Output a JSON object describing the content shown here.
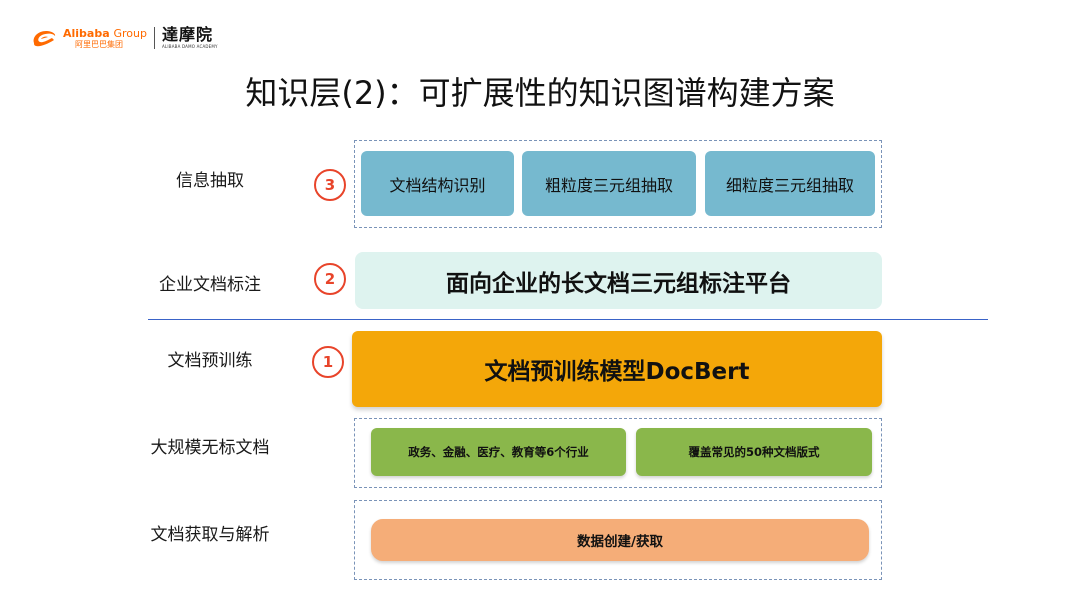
{
  "logo": {
    "brand": "Alibaba",
    "group": "Group",
    "brand_cn": "阿里巴巴集团",
    "academy_cn": "達摩院",
    "academy_en": "ALIBABA DAMO ACADEMY"
  },
  "title": "知识层(2)：可扩展性的知识图谱构建方案",
  "rows": [
    {
      "label": "信息抽取",
      "number": "3",
      "boxes": [
        "文档结构识别",
        "粗粒度三元组抽取",
        "细粒度三元组抽取"
      ]
    },
    {
      "label": "企业文档标注",
      "number": "2",
      "boxes": [
        "面向企业的长文档三元组标注平台"
      ]
    },
    {
      "label": "文档预训练",
      "number": "1",
      "boxes": [
        "文档预训练模型DocBert"
      ]
    },
    {
      "label": "大规模无标文档",
      "boxes": [
        "政务、金融、医疗、教育等6个行业",
        "覆盖常见的50种文档版式"
      ]
    },
    {
      "label": "文档获取与解析",
      "boxes": [
        "数据创建/获取"
      ]
    }
  ],
  "colors": {
    "accent_red": "#e8442a",
    "blue_box": "#76b9cf",
    "mint_box": "#def3ef",
    "orange_box": "#f4a709",
    "green_box": "#8ab74b",
    "peach_box": "#f5ad78",
    "separator": "#3a63c8",
    "logo_orange": "#ff6a00"
  },
  "icons": [
    "alibaba-logo-icon"
  ]
}
